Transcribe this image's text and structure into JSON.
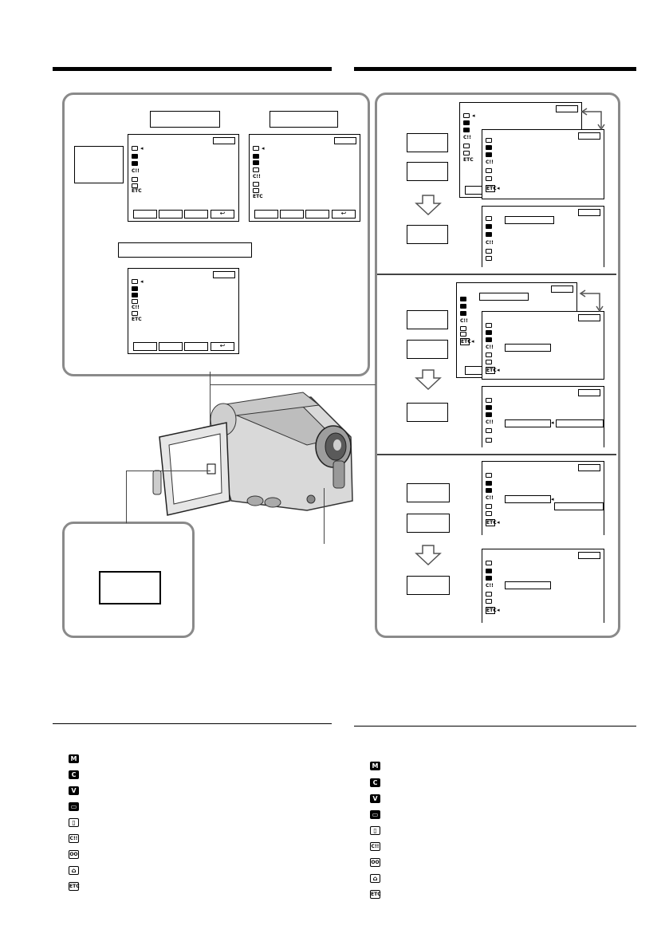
{
  "icons": {
    "menu_icons": [
      "manual-set-icon",
      "camera-set-icon",
      "vcr-set-icon",
      "lcd-vf-set-icon",
      "memory-set-icon",
      "cm-set-icon",
      "tape-set-icon",
      "setup-menu-icon",
      "etc-icon"
    ],
    "etc_text": "ETC",
    "return_glyph": "↩"
  },
  "legend_left": [
    "M",
    "C",
    "V",
    "▭",
    "▯",
    "C!!",
    "OO",
    "⌂",
    "ETC"
  ],
  "legend_right": [
    "M",
    "C",
    "V",
    "▭",
    "▯",
    "C!!",
    "OO",
    "⌂",
    "ETC"
  ],
  "arrows": {
    "down_arrow_glyph": "⇩"
  }
}
